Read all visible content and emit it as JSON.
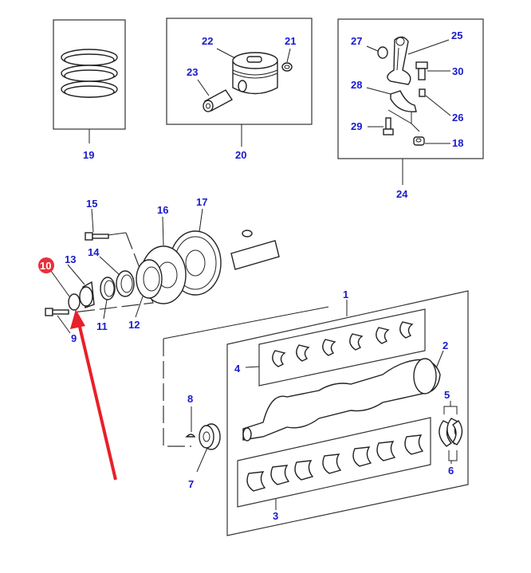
{
  "diagram": {
    "title": "Crankshaft, piston and connecting rod assembly - exploded parts diagram",
    "highlight_color": "#e8303a",
    "label_color": "#1a1acc",
    "arrow_color": "#e8202a",
    "highlighted_part": "10",
    "groups": {
      "rings": {
        "label": "19"
      },
      "piston": {
        "label": "20"
      },
      "conrod": {
        "label": "24"
      },
      "crankshaft": {
        "label": "1"
      },
      "main_bearings_upper": {
        "label": "4"
      },
      "main_bearings_lower": {
        "label": "3"
      }
    },
    "labels": {
      "l1": "1",
      "l2": "2",
      "l3": "3",
      "l4": "4",
      "l5": "5",
      "l6": "6",
      "l7": "7",
      "l8": "8",
      "l9": "9",
      "l10": "10",
      "l11": "11",
      "l12": "12",
      "l13": "13",
      "l14": "14",
      "l15": "15",
      "l16": "16",
      "l17": "17",
      "l18": "18",
      "l19": "19",
      "l20": "20",
      "l21": "21",
      "l22": "22",
      "l23": "23",
      "l24": "24",
      "l25": "25",
      "l26": "26",
      "l27": "27",
      "l28": "28",
      "l29": "29",
      "l30": "30"
    }
  }
}
